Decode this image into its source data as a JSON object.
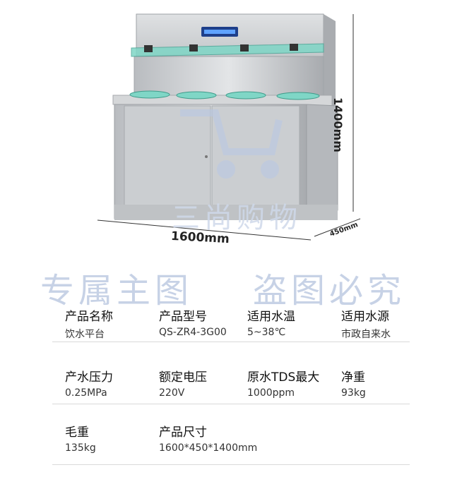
{
  "dimensions": {
    "width": "1600mm",
    "height": "1400mm",
    "depth": "450mm"
  },
  "watermarks": {
    "brand": "三尚购物",
    "left": "专属主图",
    "right": "盗图必究"
  },
  "specs": [
    {
      "label": "产品名称",
      "value": "饮水平台"
    },
    {
      "label": "产品型号",
      "value": "QS-ZR4-3G00"
    },
    {
      "label": "适用水温",
      "value": "5~38℃"
    },
    {
      "label": "适用水源",
      "value": "市政自来水"
    },
    {
      "label": "产水压力",
      "value": "0.25MPa"
    },
    {
      "label": "额定电压",
      "value": "220V"
    },
    {
      "label": "原水TDS最大",
      "value": "1000ppm"
    },
    {
      "label": "净重",
      "value": "93kg"
    },
    {
      "label": "毛重",
      "value": "135kg"
    },
    {
      "label": "产品尺寸",
      "value": "1600*450*1400mm"
    }
  ],
  "colors": {
    "steel": "#cfd1d4",
    "glass": "#7fd6c6",
    "display": "#1e3f8a"
  }
}
